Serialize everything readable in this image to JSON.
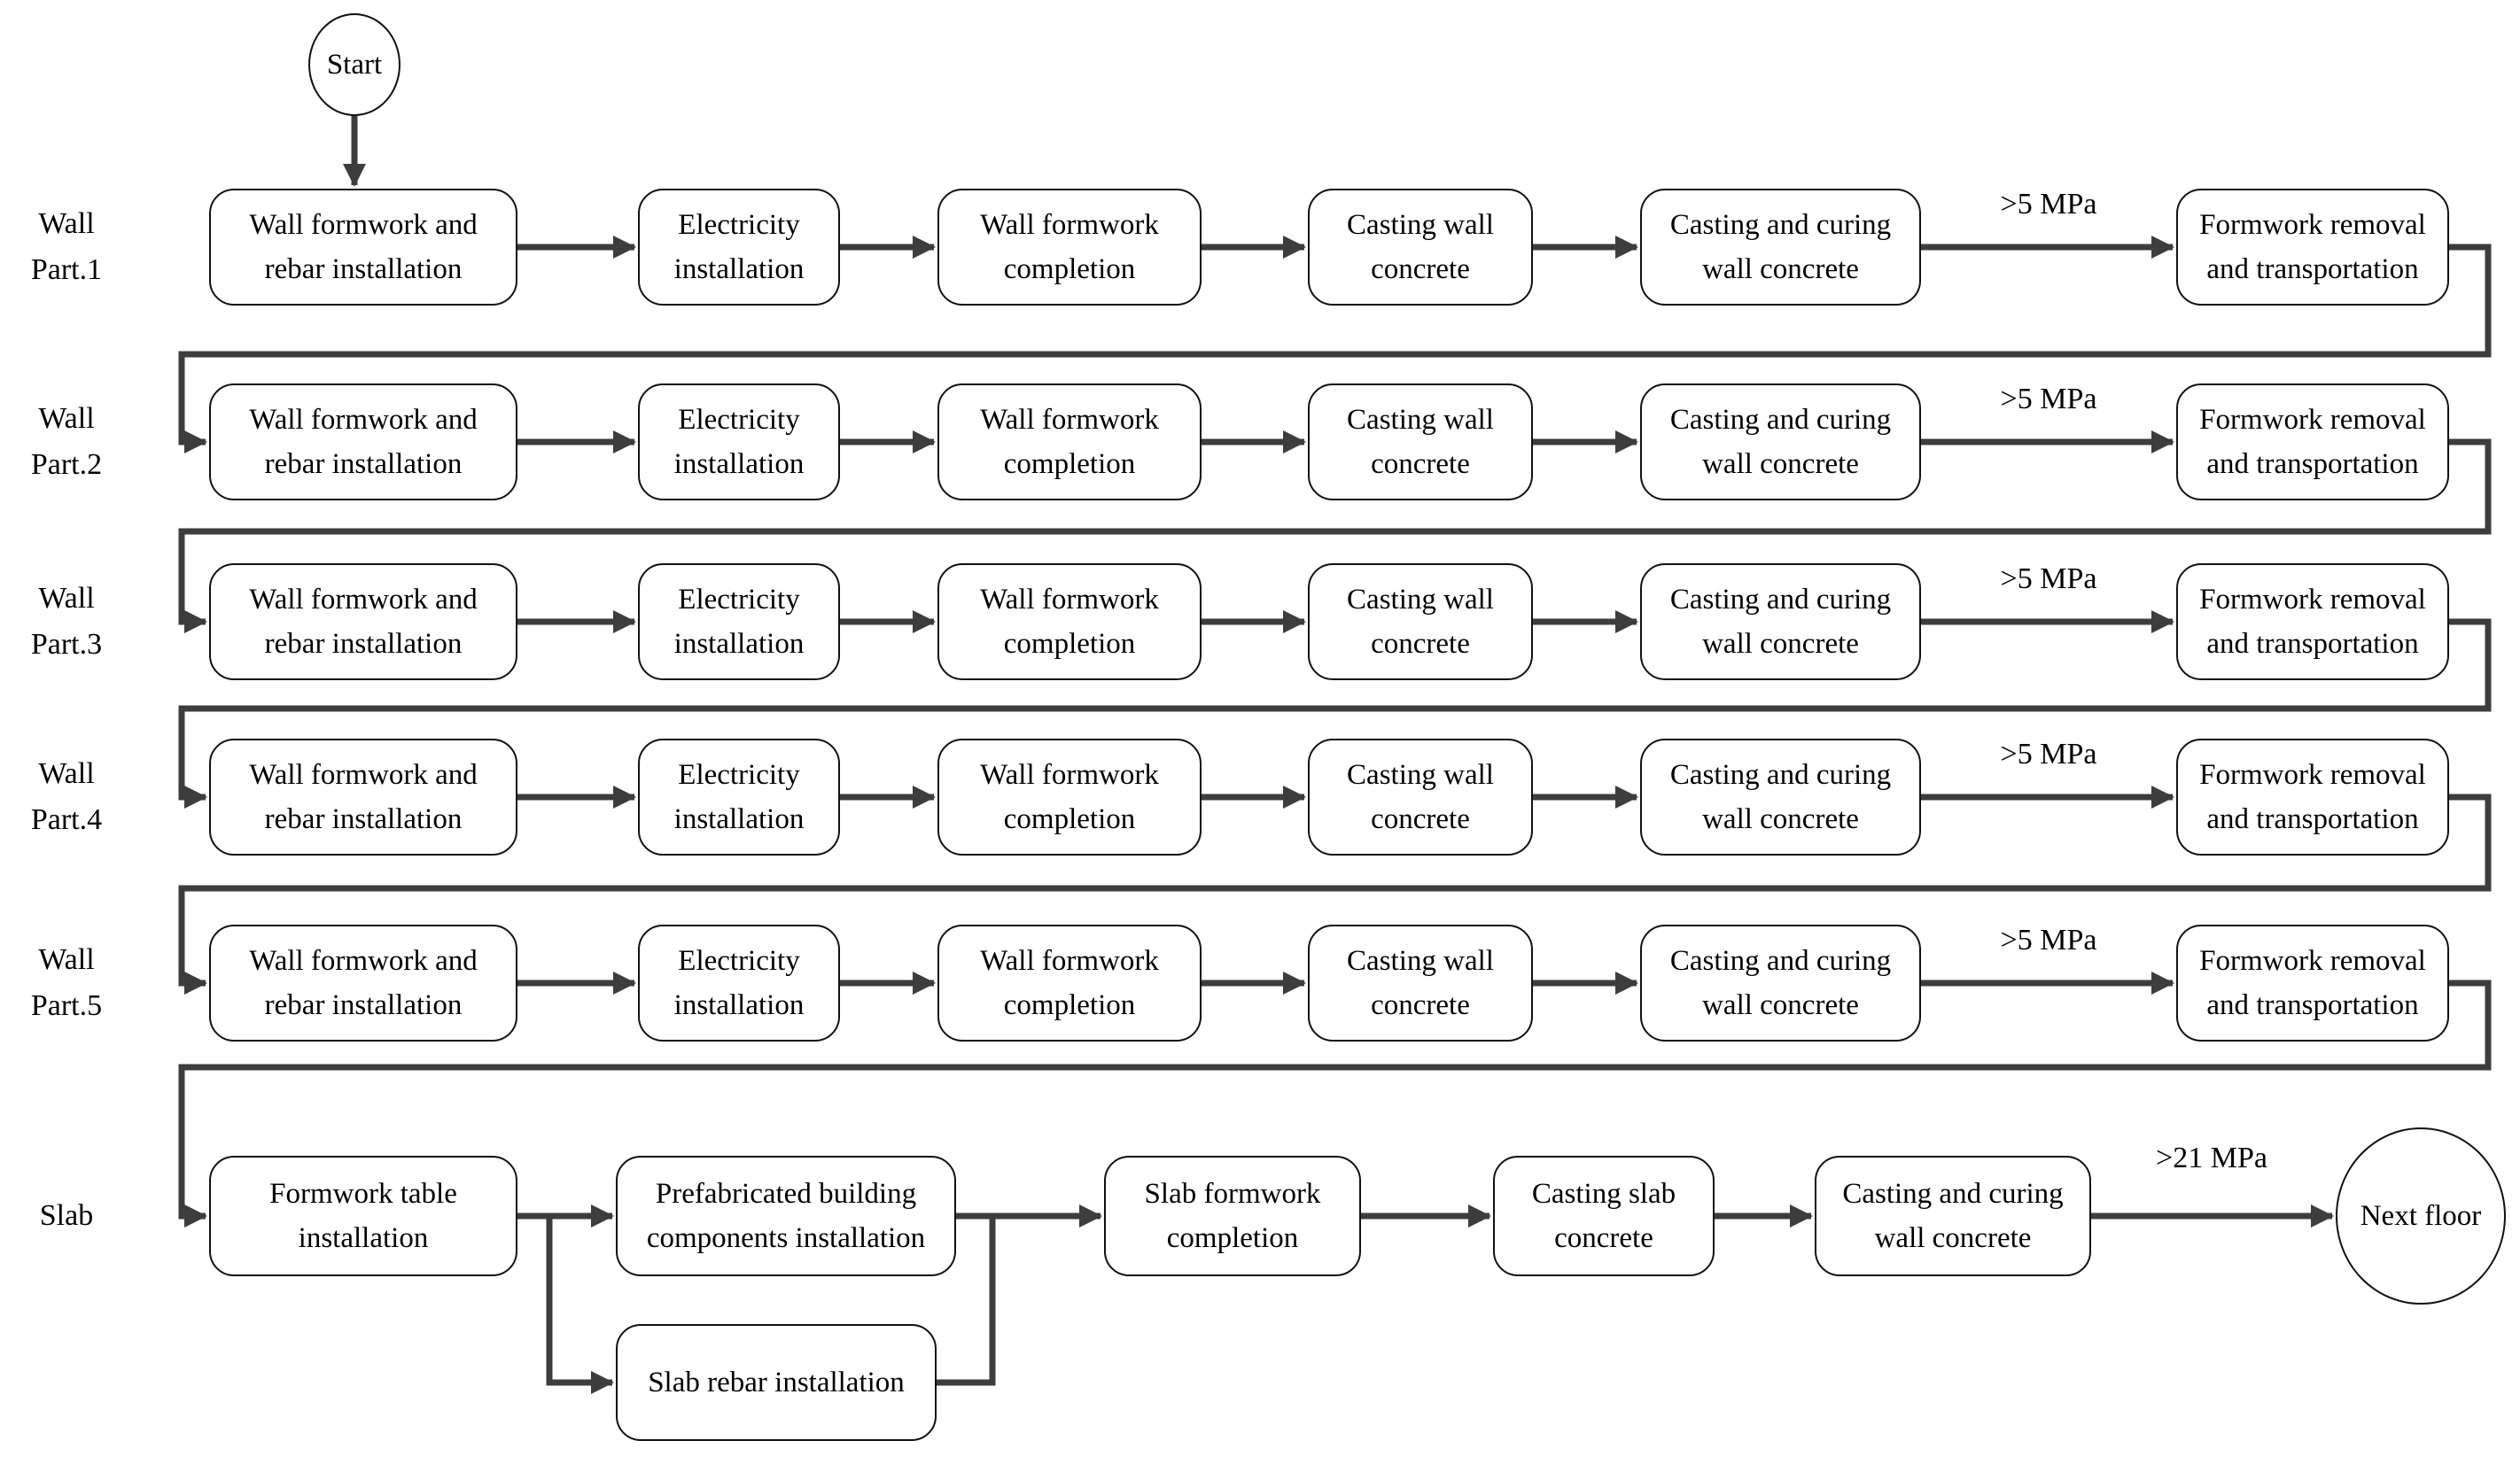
{
  "diagram": {
    "start_label": "Start",
    "end_label": "Next floor",
    "wall_steps": [
      "Wall formwork and rebar installation",
      "Electricity installation",
      "Wall formwork completion",
      "Casting wall concrete",
      "Casting and curing wall concrete",
      "Formwork removal and transportation"
    ],
    "wall_rows": [
      {
        "label": "Wall Part.1",
        "mpa": ">5 MPa"
      },
      {
        "label": "Wall Part.2",
        "mpa": ">5 MPa"
      },
      {
        "label": "Wall Part.3",
        "mpa": ">5 MPa"
      },
      {
        "label": "Wall Part.4",
        "mpa": ">5 MPa"
      },
      {
        "label": "Wall Part.5",
        "mpa": ">5 MPa"
      }
    ],
    "slab": {
      "label": "Slab",
      "steps": [
        "Formwork table installation",
        "Prefabricated building components installation",
        "Slab formwork completion",
        "Casting slab concrete",
        "Casting and curing wall concrete"
      ],
      "branch_step": "Slab rebar installation",
      "mpa": ">21 MPa"
    },
    "colors": {
      "line": "#3d3d3d",
      "border": "#111111",
      "text": "#000000",
      "background": "#ffffff"
    }
  }
}
